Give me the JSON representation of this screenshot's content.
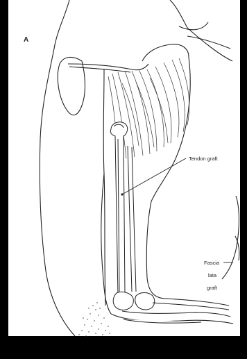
{
  "figure": {
    "panel_letter": "A",
    "labels": {
      "tendon_graft": "Tendon graft",
      "fascia_line1": "Fascia",
      "fascia_line2": "lata",
      "fascia_line3": "graft"
    },
    "colors": {
      "background": "#000000",
      "paper": "#ffffff",
      "ink": "#222222"
    }
  }
}
